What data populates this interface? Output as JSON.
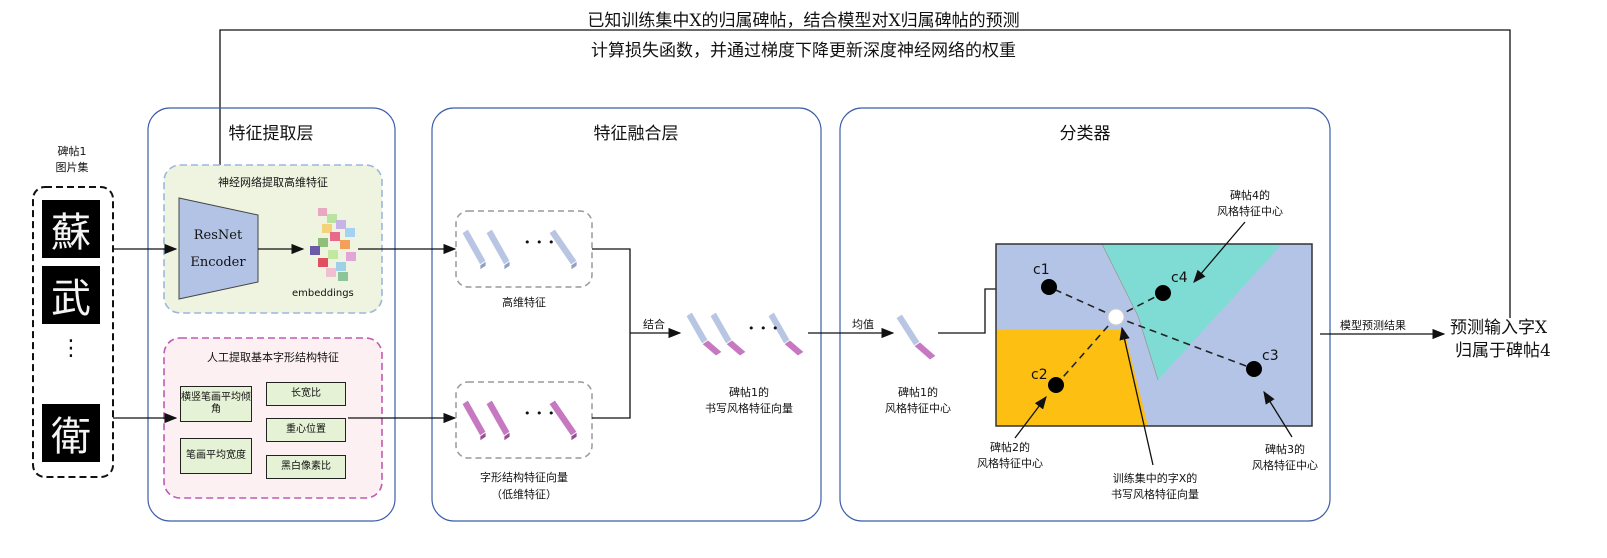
{
  "feedback": {
    "line1": "已知训练集中X的归属碑帖，结合模型对X归属碑帖的预测",
    "line2": "计算损失函数，并通过梯度下降更新深度神经网络的权重"
  },
  "input": {
    "label_line1": "碑帖1",
    "label_line2": "图片集",
    "chars": [
      "蘇",
      "武",
      "衛"
    ],
    "ellipsis": "⋮"
  },
  "extraction": {
    "title": "特征提取层",
    "nn_box_title": "神经网络提取高维特征",
    "resnet_line1": "ResNet",
    "resnet_line2": "Encoder",
    "embeddings_label": "embeddings",
    "manual_box_title": "人工提取基本字形结构特征",
    "manual_features": [
      "横竖笔画平均倾角",
      "长宽比",
      "重心位置",
      "笔画平均宽度",
      "黑白像素比"
    ]
  },
  "fusion": {
    "title": "特征融合层",
    "high_dim_label": "高维特征",
    "struct_label_line1": "字形结构特征向量",
    "struct_label_line2": "（低维特征）",
    "combine_label": "结合",
    "fused_label_line1": "碑帖1的",
    "fused_label_line2": "书写风格特征向量",
    "dots": "• • •"
  },
  "classifier": {
    "title": "分类器",
    "mean_label": "均值",
    "center_label_line1": "碑帖1的",
    "center_label_line2": "风格特征中心",
    "points": [
      "c1",
      "c2",
      "c3",
      "c4"
    ],
    "c4_note_line1": "碑帖4的",
    "c4_note_line2": "风格特征中心",
    "c2_note_line1": "碑帖2的",
    "c2_note_line2": "风格特征中心",
    "c3_note_line1": "碑帖3的",
    "c3_note_line2": "风格特征中心",
    "x_note_line1": "训练集中的字X的",
    "x_note_line2": "书写风格特征向量",
    "region_colors": [
      "#b4c4e6",
      "#7fdcd4",
      "#fdbf12"
    ]
  },
  "output": {
    "arrow_label": "模型预测结果",
    "result_line1": "预测输入字X",
    "result_line2": "归属于碑帖4"
  }
}
